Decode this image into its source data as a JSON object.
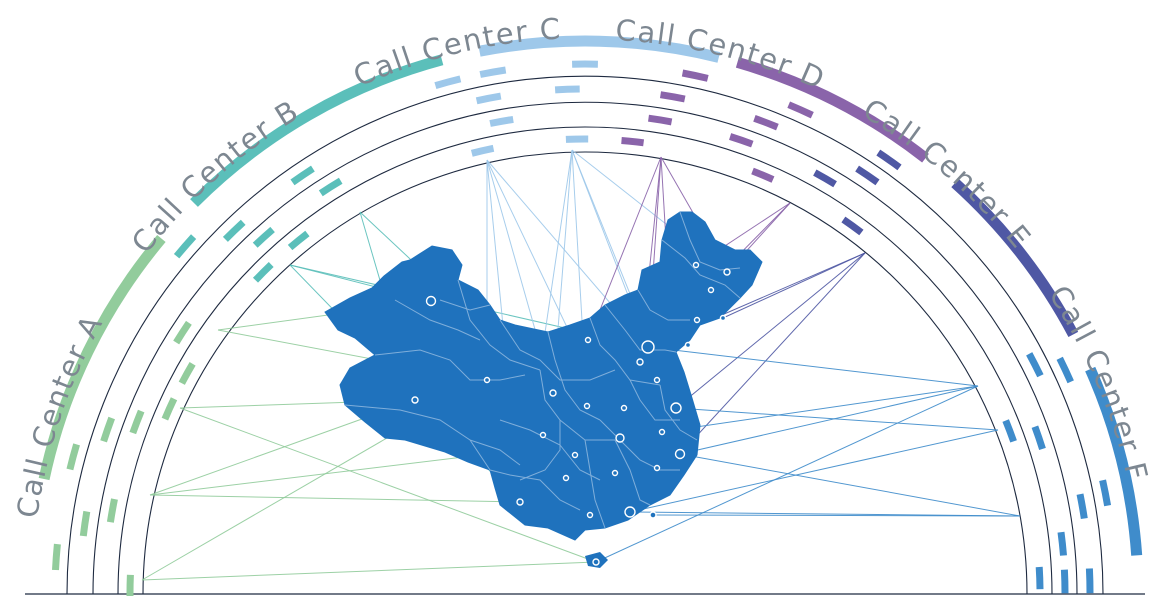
{
  "centers": [
    {
      "label": "Call Center  A",
      "color": "#92cc9c"
    },
    {
      "label": "Call Center  B",
      "color": "#5bbfba"
    },
    {
      "label": "Call Center  C",
      "color": "#9ec8ea"
    },
    {
      "label": "Call Center  D",
      "color": "#8a64aa"
    },
    {
      "label": "Call Center  E",
      "color": "#4f58a4"
    },
    {
      "label": "Call Center  F",
      "color": "#3f8ccb"
    }
  ],
  "colors": {
    "map_fill": "#1f72bd",
    "map_borders": "#8ab5de",
    "ring_lines": "#1e2a40",
    "baseline": "#1e2a40"
  }
}
